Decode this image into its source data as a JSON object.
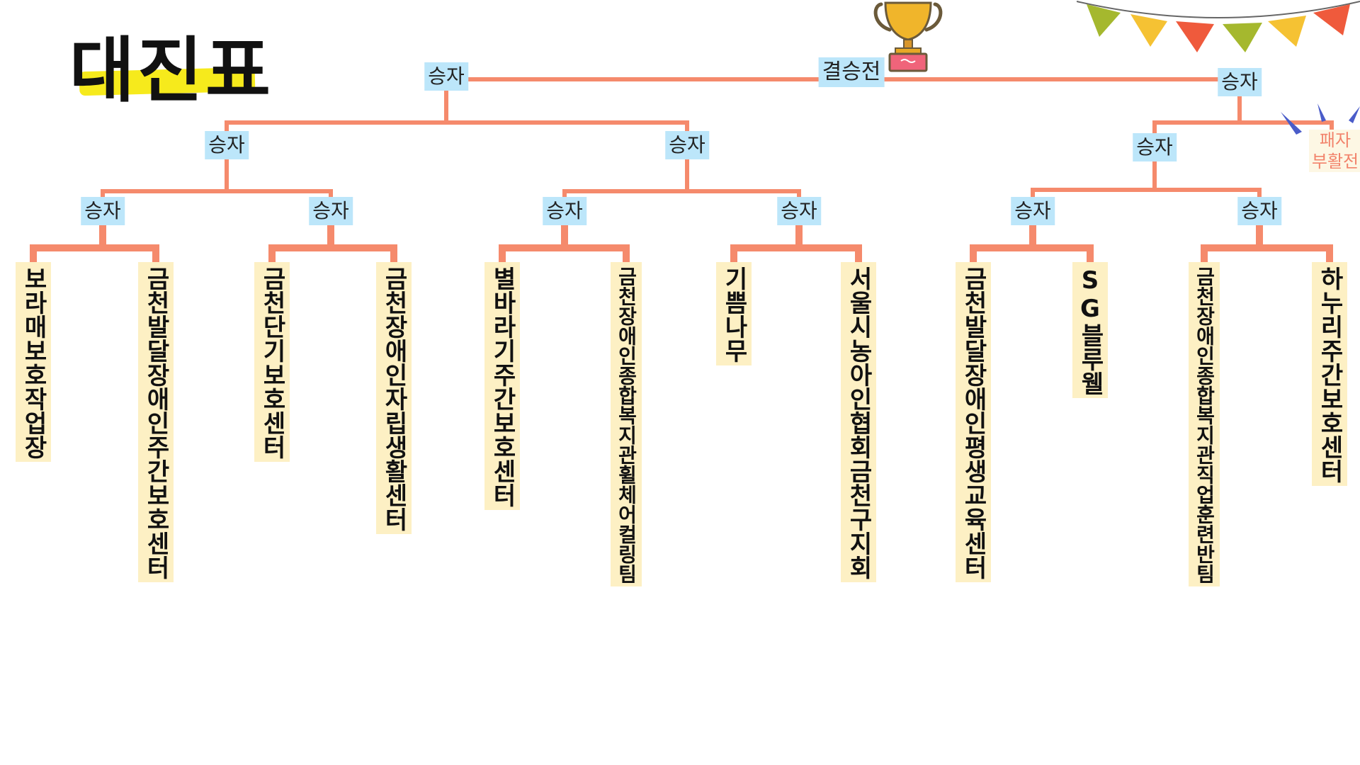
{
  "title": "대진표",
  "final_label": "결승전",
  "winner_label": "승자",
  "repechage_line1": "패자",
  "repechage_line2": "부활전",
  "colors": {
    "line": "#f58a6c",
    "winner_bg": "#bce6fa",
    "team_bg": "#fdf0c4",
    "highlight": "#f6ea1c",
    "repechage_text": "#f2836b",
    "trophy": "#e8a825",
    "trophy_base": "#f0647a"
  },
  "icons": [
    "trophy-icon",
    "bunting-decoration-icon",
    "burst-accent-icon"
  ],
  "teams": [
    "보라매보호작업장",
    "금천발달장애인주간보호센터",
    "금천단기보호센터",
    "금천장애인자립생활센터",
    "별바라기주간보호센터",
    "금천장애인종합복지관휠체어컬링팀",
    "기쁨나무",
    "서울시농아인협회금천구지회",
    "금천발달장애인평생교육센터",
    "SG블루웰",
    "금천장애인종합복지관직업훈련반팀",
    "하누리주간보호센터"
  ]
}
